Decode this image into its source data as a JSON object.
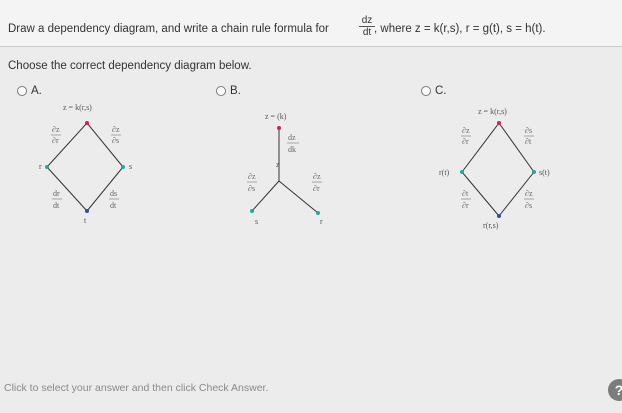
{
  "question": {
    "prefix": "Draw a dependency diagram, and write a chain rule formula for",
    "frac_num": "dz",
    "frac_den": "dt",
    "suffix": ", where z = k(r,s), r = g(t), s = h(t)."
  },
  "instruction": "Choose the correct dependency diagram below.",
  "options": [
    {
      "label": "A."
    },
    {
      "label": "B."
    },
    {
      "label": "C."
    }
  ],
  "diagram_a": {
    "top": "z = k(r,s)",
    "left_node": "r",
    "right_node": "s",
    "bottom_node": "t",
    "ul_num": "∂z",
    "ul_den": "∂r",
    "ur_num": "∂z",
    "ur_den": "∂s",
    "ll_num": "dr",
    "ll_den": "dt",
    "lr_num": "ds",
    "lr_den": "dt"
  },
  "diagram_b": {
    "top": "z = (k)",
    "mid_num": "dz",
    "mid_den": "dk",
    "mid_node": "z",
    "left_num": "∂z",
    "left_den": "∂s",
    "right_num": "∂z",
    "right_den": "∂r",
    "left_node": "s",
    "right_node": "r"
  },
  "diagram_c": {
    "top": "z = k(r,s)",
    "left_node": "r(t)",
    "right_node": "s(t)",
    "bottom_node": "r(r,s)",
    "ul_num": "∂z",
    "ul_den": "∂r",
    "ur_num": "∂s",
    "ur_den": "∂t",
    "ll_num": "∂t",
    "ll_den": "∂r",
    "lr_num": "∂z",
    "lr_den": "∂s"
  },
  "footer": "Click to select your answer and then click Check Answer.",
  "help": "?"
}
